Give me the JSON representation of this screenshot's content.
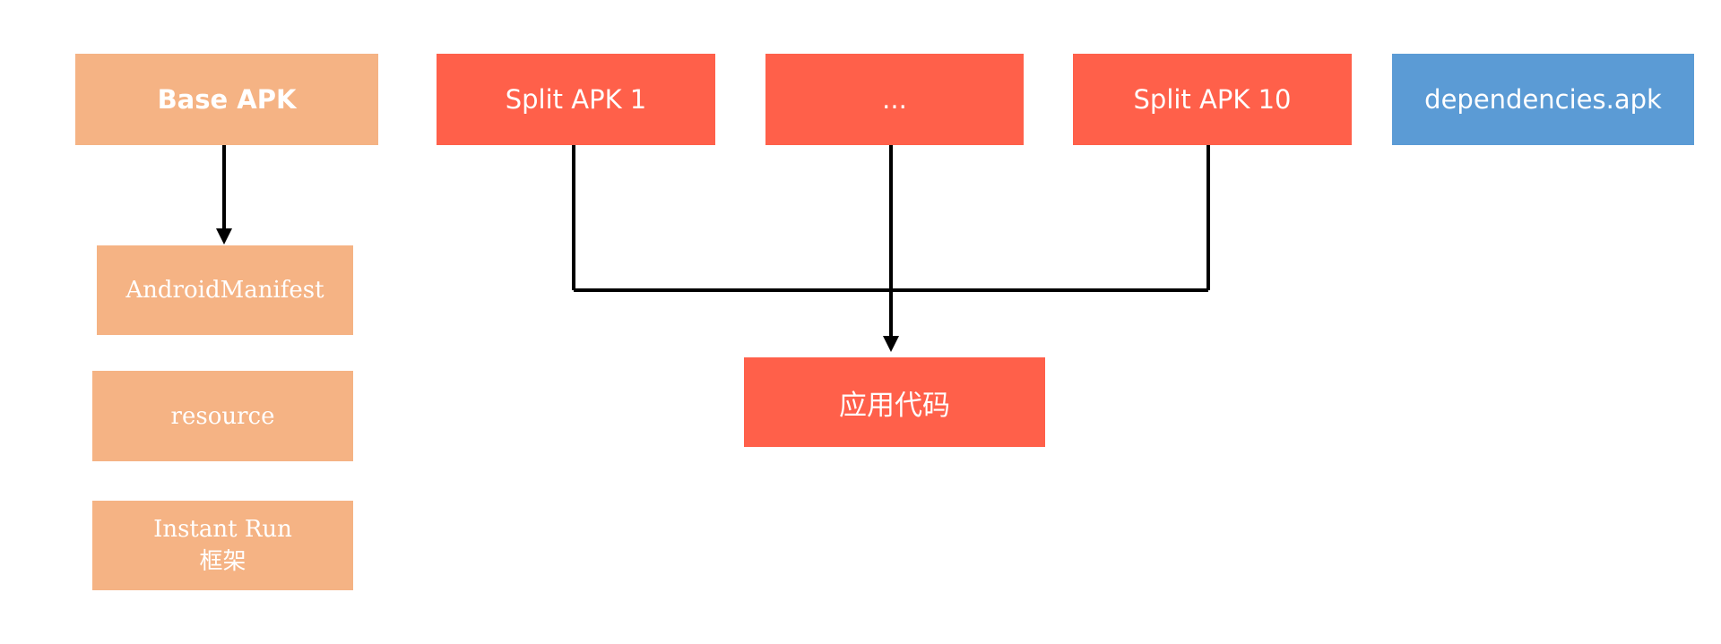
{
  "colors": {
    "peach": "#F5B384",
    "red": "#FF604A",
    "blue": "#5B9BD5",
    "line": "#000000",
    "text": "#FFFFFF"
  },
  "base": {
    "title": "Base APK",
    "children": [
      "AndroidManifest",
      "resource",
      "Instant Run",
      "框架"
    ]
  },
  "splits": {
    "split1": "Split APK 1",
    "ellipsis": "...",
    "split10": "Split APK 10"
  },
  "dependencies": "dependencies.apk",
  "app_code": "应用代码"
}
